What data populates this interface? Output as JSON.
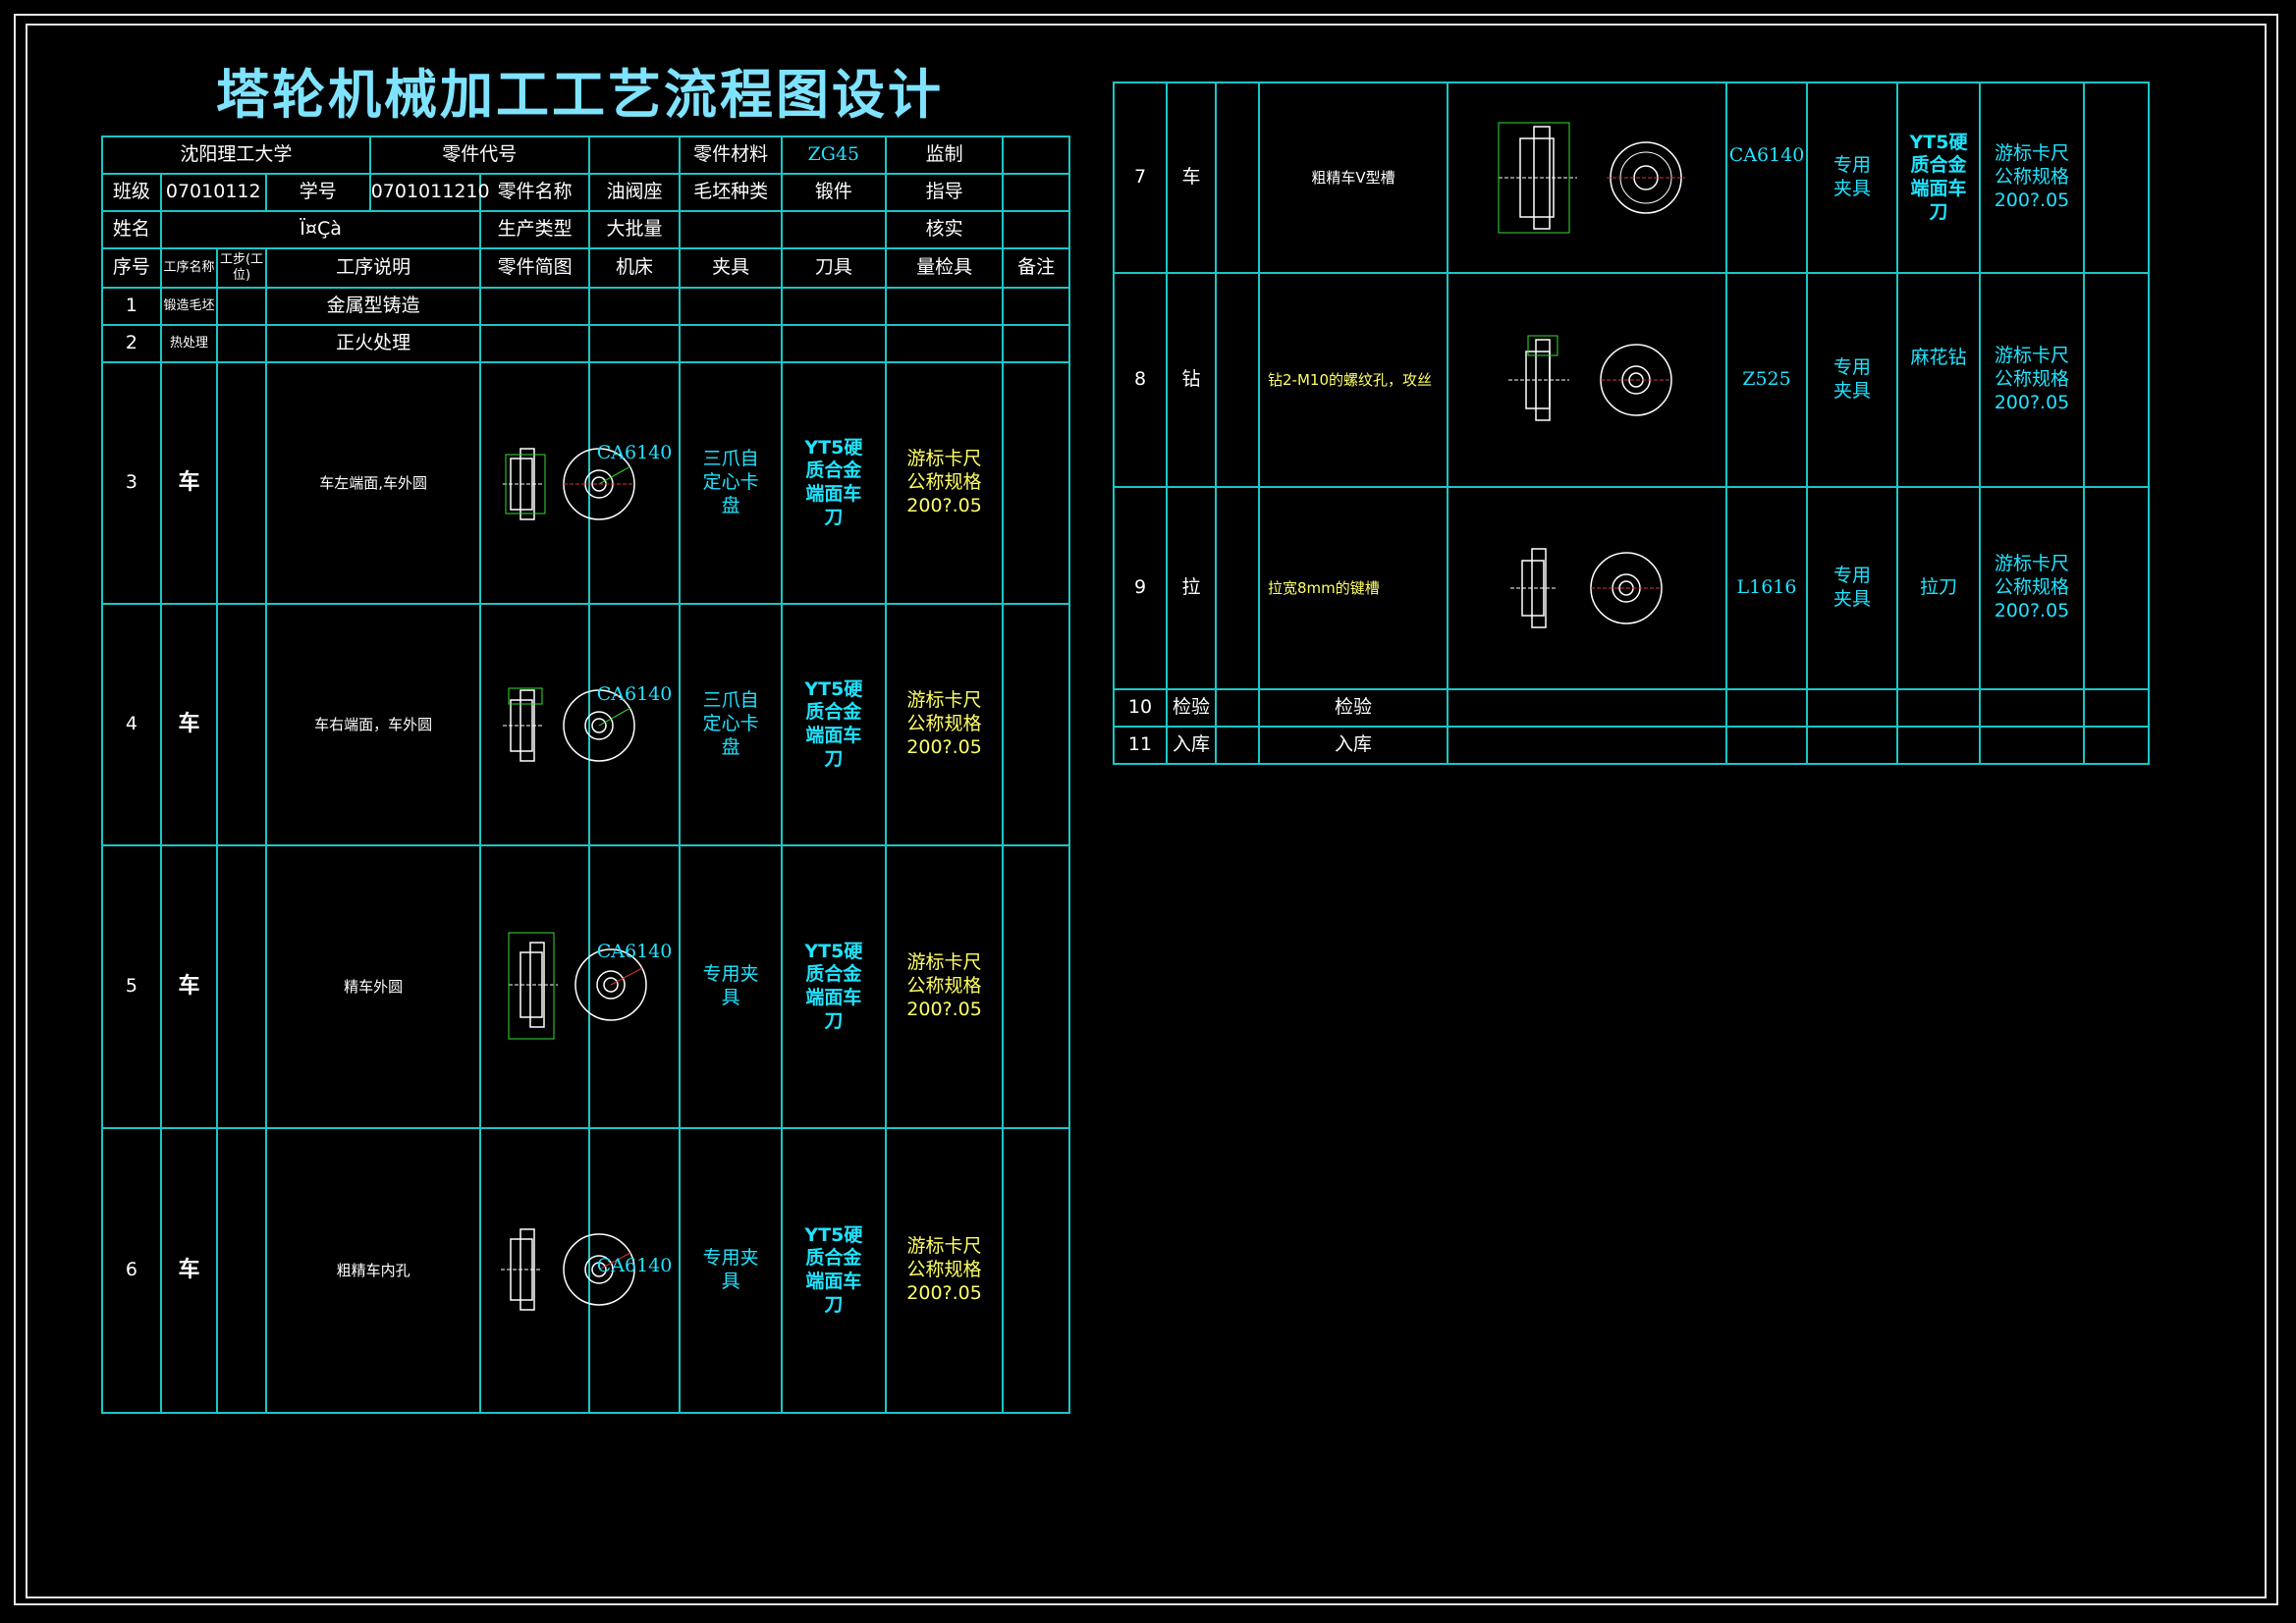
{
  "title": "塔轮机械加工工艺流程图设计",
  "header": {
    "school": "沈阳理工大学",
    "part_code_label": "零件代号",
    "material_label": "零件材料",
    "material_value": "ZG45",
    "supervise_label": "监制",
    "class_label": "班级",
    "class_value": "07010112",
    "student_no_label": "学号",
    "student_no_value": "0701011210",
    "part_name_label": "零件名称",
    "part_name_value": "油阀座",
    "blank_type_label": "毛坯种类",
    "blank_type_value": "锻件",
    "guide_label": "指导",
    "name_label": "姓名",
    "name_value": "Ï¤Çà",
    "production_type_label": "生产类型",
    "production_type_value": "大批量",
    "check_label": "核实"
  },
  "columns": {
    "seq": "序号",
    "process_name": "工序名称",
    "step": "工步(工位)",
    "description": "工序说明",
    "sketch": "零件简图",
    "machine": "机床",
    "fixture": "夹具",
    "tool": "刀具",
    "gauge": "量检具",
    "remark": "备注"
  },
  "left_rows": [
    {
      "seq": "1",
      "name": "锻造毛坯",
      "desc": "金属型铸造"
    },
    {
      "seq": "2",
      "name": "热处理",
      "desc": "正火处理"
    },
    {
      "seq": "3",
      "name": "车",
      "desc": "车左端面,车外圆",
      "machine": "CA6140",
      "fixture": "三爪自定心卡盘",
      "tool": "YT5硬质合金端面车刀",
      "gauge": "游标卡尺公称规格200?.05"
    },
    {
      "seq": "4",
      "name": "车",
      "desc": "车右端面，车外圆",
      "machine": "CA6140",
      "fixture": "三爪自定心卡盘",
      "tool": "YT5硬质合金端面车刀",
      "gauge": "游标卡尺公称规格200?.05"
    },
    {
      "seq": "5",
      "name": "车",
      "desc": "精车外圆",
      "machine": "CA6140",
      "fixture": "专用夹具",
      "tool": "YT5硬质合金端面车刀",
      "gauge": "游标卡尺公称规格200?.05"
    },
    {
      "seq": "6",
      "name": "车",
      "desc": "粗精车内孔",
      "machine": "CA6140",
      "fixture": "专用夹具",
      "tool": "YT5硬质合金端面车刀",
      "gauge": "游标卡尺公称规格200?.05"
    }
  ],
  "right_rows": [
    {
      "seq": "7",
      "name": "车",
      "desc": "粗精车V型槽",
      "machine": "CA6140",
      "fixture": "专用夹具",
      "tool": "YT5硬质合金端面车刀",
      "gauge": "游标卡尺公称规格200?.05"
    },
    {
      "seq": "8",
      "name": "钻",
      "desc": "钻2-M10的螺纹孔，攻丝",
      "machine": "Z525",
      "fixture": "专用夹具",
      "tool": "麻花钻",
      "gauge": "游标卡尺公称规格200?.05"
    },
    {
      "seq": "9",
      "name": "拉",
      "desc": "拉宽8mm的键槽",
      "machine": "L1616",
      "fixture": "专用夹具",
      "tool": "拉刀",
      "gauge": "游标卡尺公称规格200?.05"
    },
    {
      "seq": "10",
      "name": "检验",
      "desc": "检验"
    },
    {
      "seq": "11",
      "name": "入库",
      "desc": "入库"
    }
  ],
  "colors": {
    "grid": "#1bc6c6",
    "text_cyan": "#20e3ff",
    "text_yellow": "#ffff66",
    "title": "#7fe3ff"
  }
}
